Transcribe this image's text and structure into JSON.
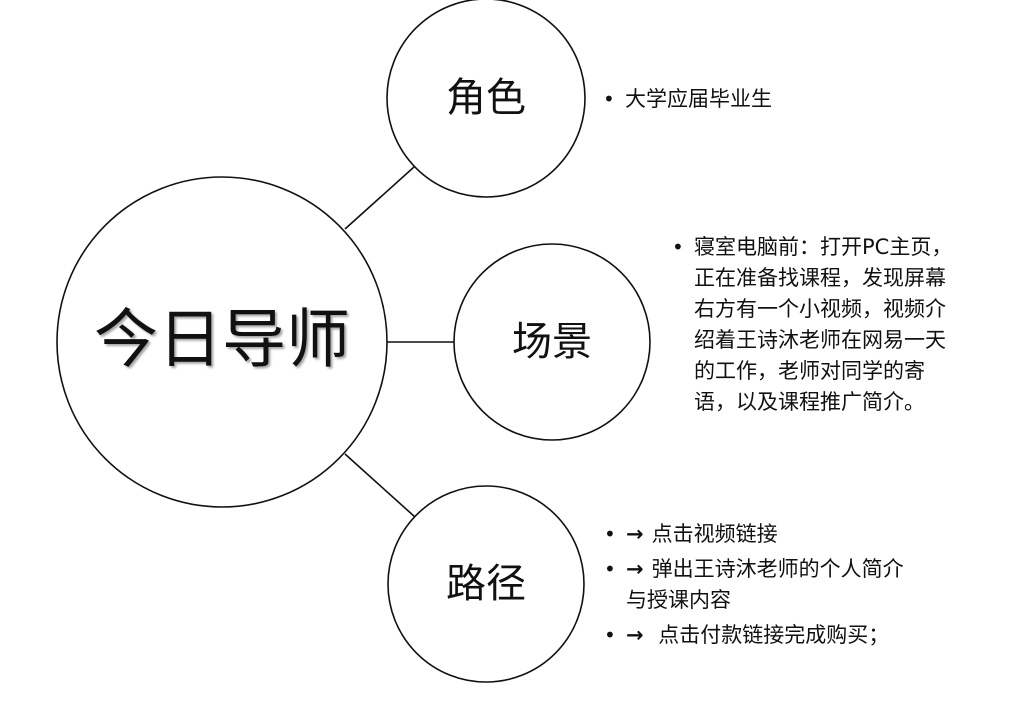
{
  "center": {
    "label": "今日导师"
  },
  "nodes": [
    {
      "id": "role",
      "label": "角色",
      "bullets": [
        "大学应届毕业生"
      ]
    },
    {
      "id": "scene",
      "label": "场景",
      "bullets": [
        "寝室电脑前：打开PC主页，正在准备找课程，发现屏幕右方有一个小视频，视频介绍着王诗沐老师在网易一天的工作，老师对同学的寄语，以及课程推广简介。"
      ]
    },
    {
      "id": "path",
      "label": "路径",
      "arrow": "→",
      "bullets": [
        "点击视频链接",
        "弹出王诗沐老师的个人简介与授课内容",
        " 点击付款链接完成购买；"
      ]
    }
  ],
  "colors": {
    "stroke": "#111111",
    "background": "#ffffff"
  }
}
